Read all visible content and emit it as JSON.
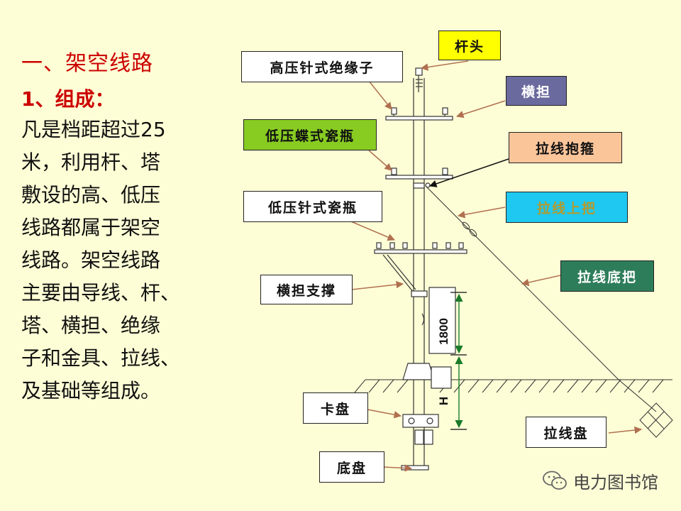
{
  "text": {
    "title": "一、架空线路",
    "subtitle": "1、组成：",
    "description": "凡是档距超过25\n米，利用杆、塔\n敷设的高、低压\n线路都属于架空\n线路。架空线路\n主要由导线、杆、\n塔、横担、绝缘\n子和金具、拉线、\n及基础等组成。"
  },
  "labels": {
    "pole_top": "杆头",
    "hv_pin_insulator": "高压针式绝缘子",
    "crossarm": "横担",
    "lv_butterfly_insulator": "低压蝶式瓷瓶",
    "guy_clamp": "拉线抱箍",
    "guy_upper": "拉线上把",
    "lv_pin_insulator": "低压针式瓷瓶",
    "guy_lower": "拉线底把",
    "crossarm_brace": "横担支撑",
    "chuck_plate": "卡盘",
    "anchor_plate": "拉线盘",
    "base_plate": "底盘"
  },
  "dimensions": {
    "height_1800": "1800",
    "depth_h": "H"
  },
  "watermark": {
    "text": "电力图书馆",
    "icon": "wechat-icon"
  },
  "colors": {
    "background": "#fefed6",
    "title_red": "#cc0000",
    "pole_top_fill": "#ffff00",
    "crossarm_fill": "#6a6a9e",
    "lv_butterfly_fill": "#88cc22",
    "guy_clamp_fill": "#fbc59a",
    "guy_upper_fill": "#1ec8f0",
    "guy_upper_text": "#b39a2e",
    "guy_lower_fill": "#2e7d5a",
    "arrow_brown": "#b07050"
  }
}
